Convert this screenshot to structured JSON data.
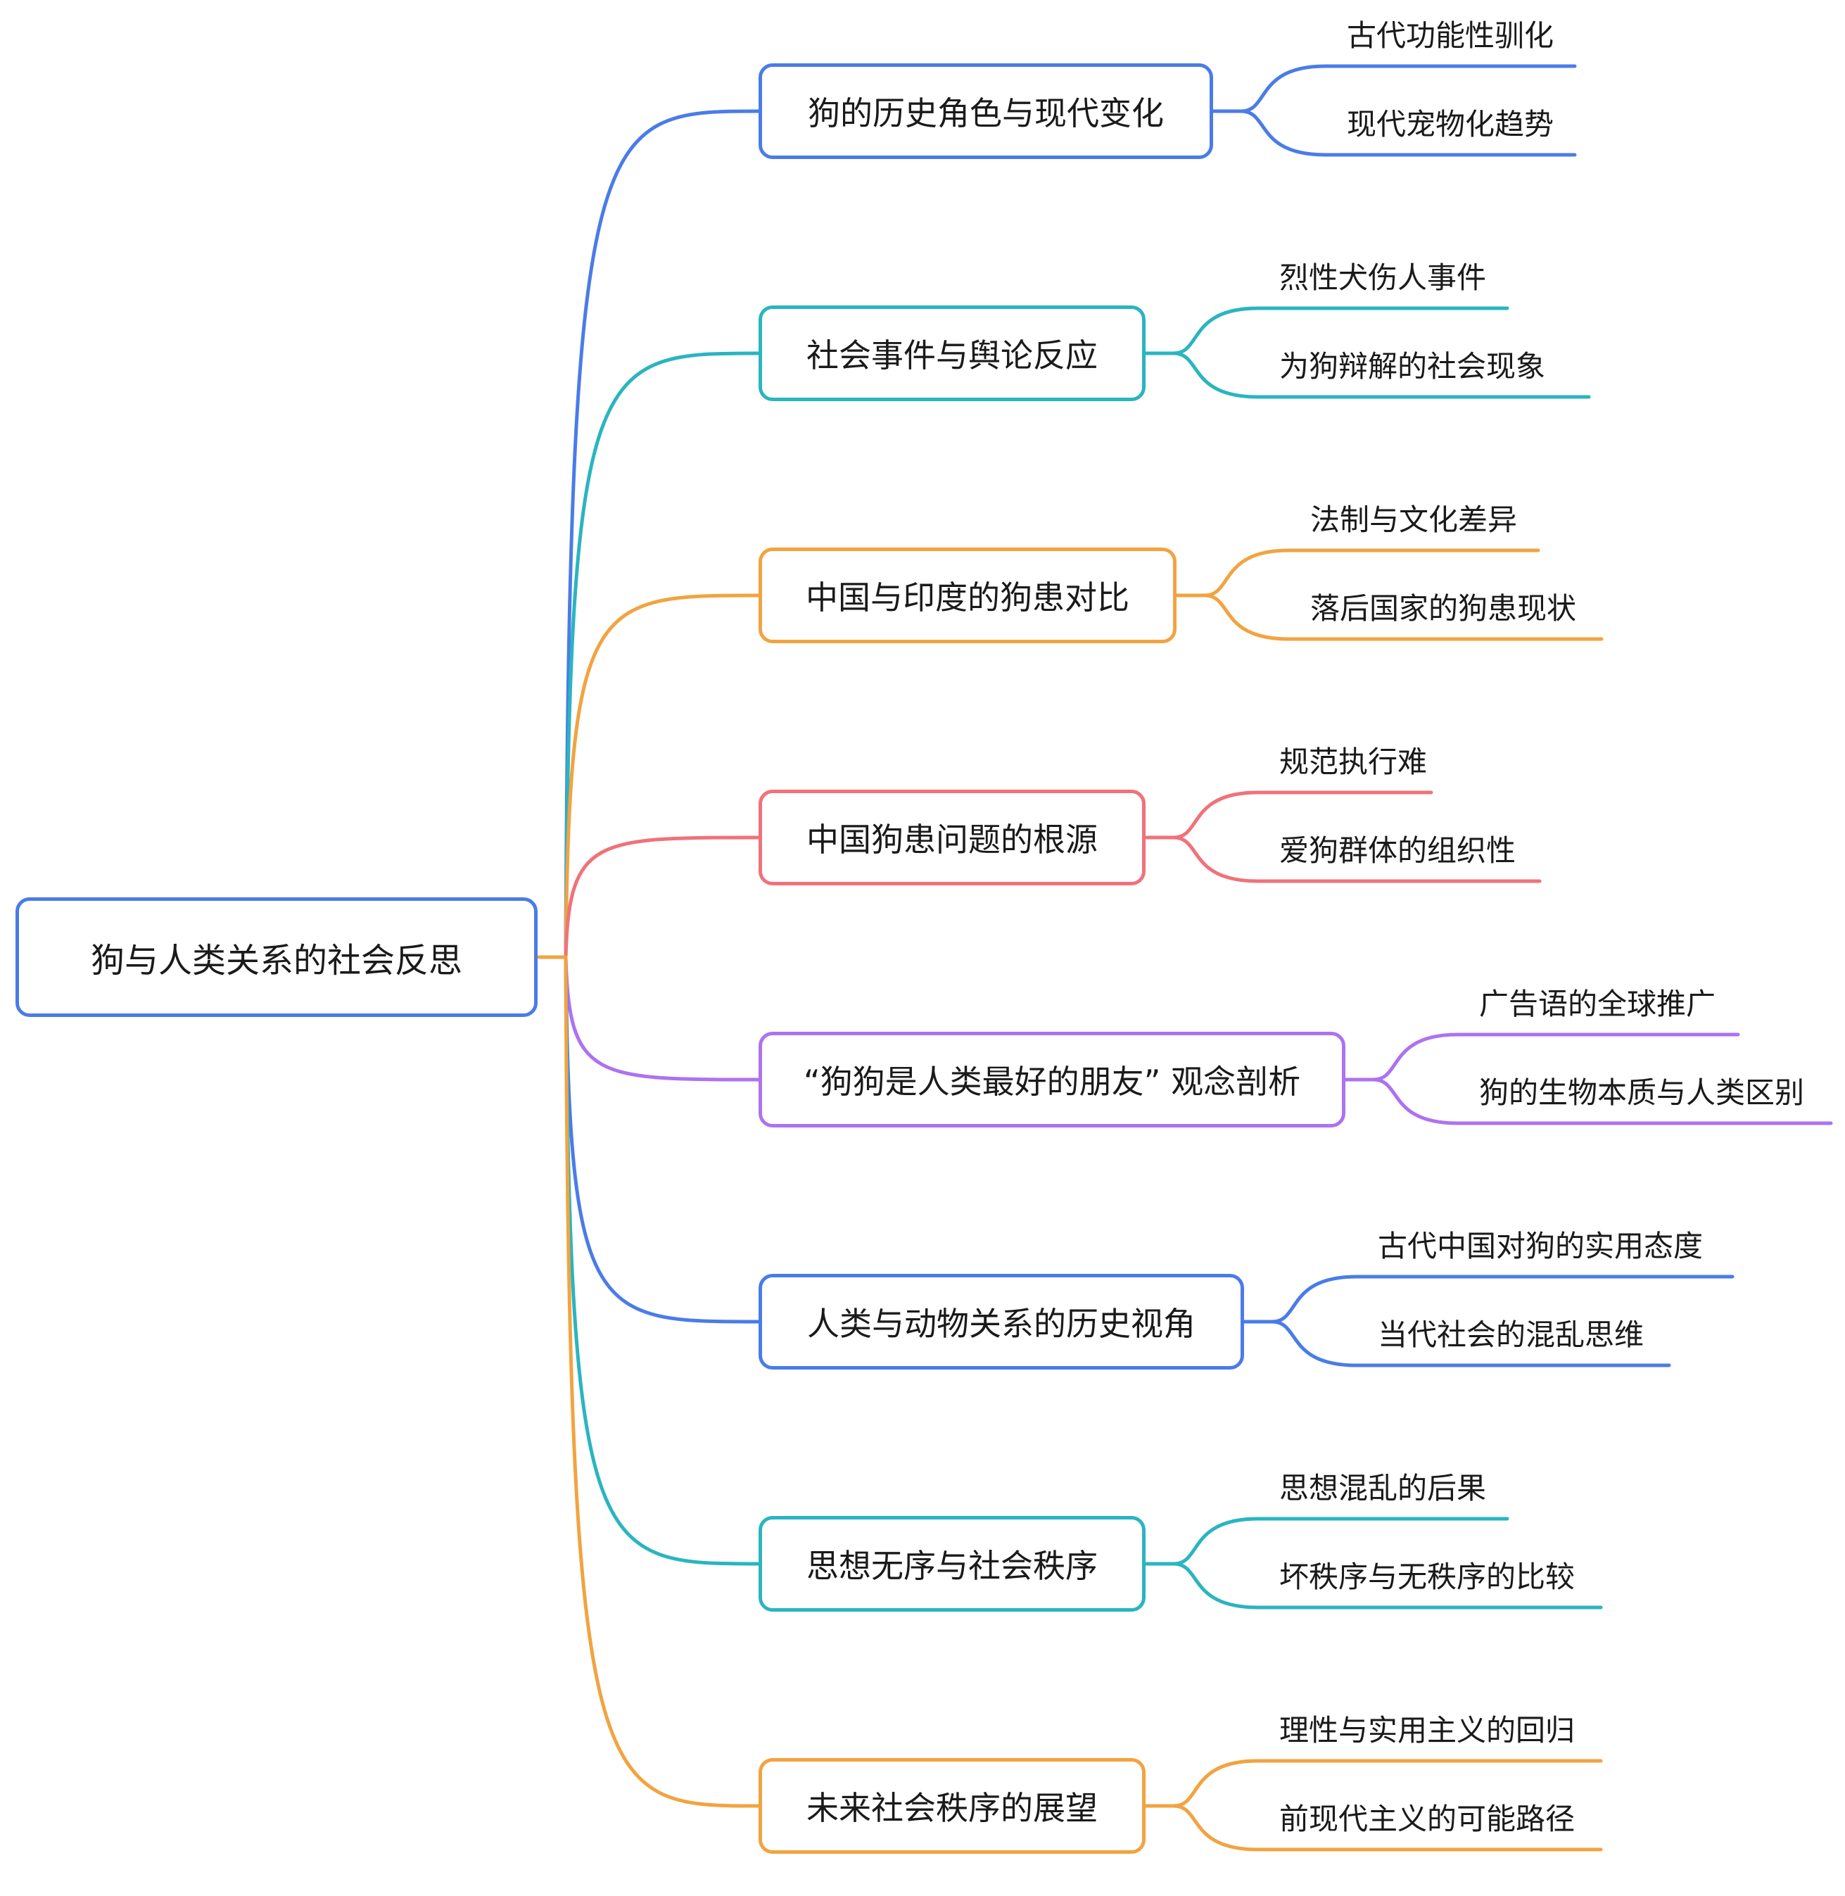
{
  "root": {
    "label": "狗与人类关系的社会反思",
    "color": "#4a7ce8"
  },
  "branches": [
    {
      "label": "狗的历史角色与现代变化",
      "color": "#4a7ce8",
      "children": [
        "古代功能性驯化",
        "现代宠物化趋势"
      ]
    },
    {
      "label": "社会事件与舆论反应",
      "color": "#2ab5c0",
      "children": [
        "烈性犬伤人事件",
        "为狗辩解的社会现象"
      ]
    },
    {
      "label": "中国与印度的狗患对比",
      "color": "#f2a340",
      "children": [
        "法制与文化差异",
        "落后国家的狗患现状"
      ]
    },
    {
      "label": "中国狗患问题的根源",
      "color": "#f0727a",
      "children": [
        "规范执行难",
        "爱狗群体的组织性"
      ]
    },
    {
      "label": "“狗狗是人类最好的朋友” 观念剖析",
      "color": "#ad72f0",
      "children": [
        "广告语的全球推广",
        "狗的生物本质与人类区别"
      ]
    },
    {
      "label": "人类与动物关系的历史视角",
      "color": "#4a7ce8",
      "children": [
        "古代中国对狗的实用态度",
        "当代社会的混乱思维"
      ]
    },
    {
      "label": "思想无序与社会秩序",
      "color": "#2ab5c0",
      "children": [
        "思想混乱的后果",
        "坏秩序与无秩序的比较"
      ]
    },
    {
      "label": "未来社会秩序的展望",
      "color": "#f2a340",
      "children": [
        "理性与实用主义的回归",
        "前现代主义的可能路径"
      ]
    }
  ]
}
